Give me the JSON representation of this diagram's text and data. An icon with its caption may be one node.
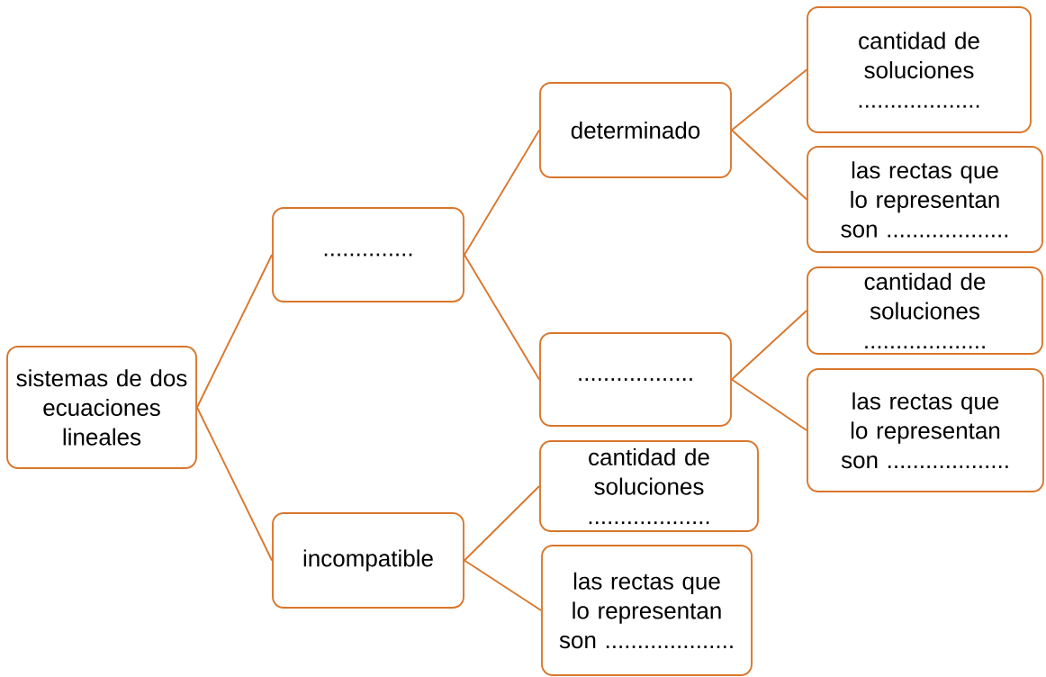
{
  "diagram": {
    "nodes": [
      {
        "text": [
          "sistemas de dos ecuaciones lineales"
        ]
      },
      {
        "text": [
          ".............."
        ]
      },
      {
        "text": [
          "incompatible"
        ]
      },
      {
        "text": [
          "determinado"
        ]
      },
      {
        "text": [
          ".................."
        ]
      },
      {
        "text": [
          "cantidad de soluciones ..................."
        ]
      },
      {
        "text": [
          "las rectas que lo representan son ..................."
        ]
      },
      {
        "text": [
          "cantidad de soluciones ..................."
        ]
      },
      {
        "text": [
          "las rectas que lo representan son ..................."
        ]
      },
      {
        "text": [
          "cantidad de soluciones ..................."
        ]
      },
      {
        "text": [
          "las rectas que lo representan son ...................."
        ]
      }
    ],
    "edges": [
      {
        "from": 0,
        "to": 1,
        "arrow": "none"
      },
      {
        "from": 0,
        "to": 2,
        "arrow": "none"
      },
      {
        "from": 1,
        "to": 3,
        "arrow": "none"
      },
      {
        "from": 1,
        "to": 4,
        "arrow": "none"
      },
      {
        "from": 3,
        "to": 5,
        "arrow": "none"
      },
      {
        "from": 3,
        "to": 6,
        "arrow": "none"
      },
      {
        "from": 4,
        "to": 7,
        "arrow": "none"
      },
      {
        "from": 4,
        "to": 8,
        "arrow": "none"
      },
      {
        "from": 2,
        "to": 9,
        "arrow": "none"
      },
      {
        "from": 2,
        "to": 10,
        "arrow": "none"
      }
    ]
  }
}
